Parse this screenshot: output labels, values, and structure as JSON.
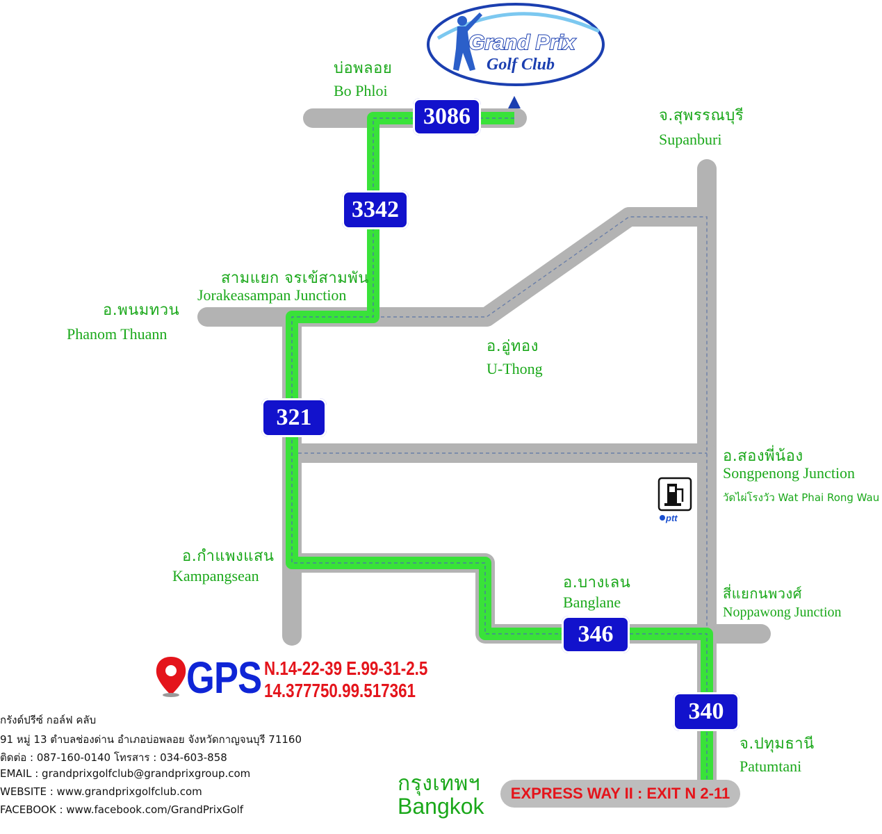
{
  "logo": {
    "line1": "Grand Prix",
    "line2": "Golf Club"
  },
  "routes": [
    "3086",
    "3342",
    "321",
    "346",
    "340"
  ],
  "places": {
    "bophloi": {
      "th": "บ่อพลอย",
      "en": "Bo Phloi"
    },
    "supanburi": {
      "th": "จ.สุพรรณบุรี",
      "en": "Supanburi"
    },
    "jorakeasampan": {
      "th": "สามแยก  จรเข้สามพัน",
      "en": "Jorakeasampan Junction"
    },
    "phanom": {
      "th": "อ.พนมทวน",
      "en": "Phanom Thuann"
    },
    "uthong": {
      "th": "อ.อู่ทอง",
      "en": "U-Thong"
    },
    "songpenong": {
      "th": "อ.สองพี่น้อง",
      "en": "Songpenong Junction",
      "note": "วัดไผ่โรงวัว Wat Phai Rong Wau"
    },
    "kampangsean": {
      "th": "อ.กำแพงแสน",
      "en": "Kampangsean"
    },
    "banglane": {
      "th": "อ.บางเลน",
      "en": "Banglane"
    },
    "noppawong": {
      "th": "สี่แยกนพวงศ์",
      "en": "Noppawong Junction"
    },
    "patumtani": {
      "th": "จ.ปทุมธานี",
      "en": "Patumtani"
    },
    "bangkok": {
      "th": "กรุงเทพฯ",
      "en": "Bangkok"
    }
  },
  "poi": {
    "gas_brand": "ptt",
    "icon": "gas-station-icon"
  },
  "gps": {
    "label": "GPS",
    "line1": "N.14-22-39 E.99-31-2.5",
    "line2": "14.377750.99.517361"
  },
  "expressway": "EXPRESS WAY II : EXIT N 2-11",
  "info": {
    "name": "กรังด์ปรีซ์ กอล์ฟ คลับ",
    "address": "91 หมู่ 13 ตำบลช่องด่าน อำเภอบ่อพลอย จังหวัดกาญจนบุรี 71160",
    "contact": "ติดต่อ : 087-160-0140 โทรสาร : 034-603-858",
    "email": "EMAIL : grandprixgolfclub@grandprixgroup.com",
    "website": "WEBSITE : www.grandprixgolfclub.com",
    "facebook": "FACEBOOK : www.facebook.com/GrandPrixGolf"
  },
  "colors": {
    "road": "#b3b3b3",
    "route": "#39e239",
    "badge": "#1212cc",
    "label": "#1aa81a",
    "gps_blue": "#0f25d6",
    "gps_red": "#e4141b"
  }
}
